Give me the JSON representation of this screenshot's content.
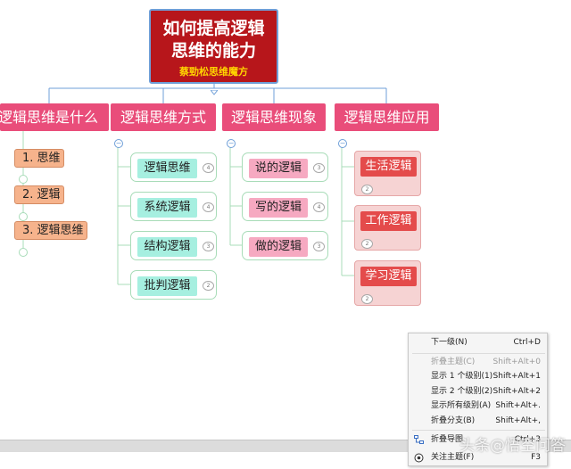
{
  "root": {
    "title_line1": "如何提高逻辑",
    "title_line2": "思维的能力",
    "subtitle": "蔡勁松思维魔方"
  },
  "main_topics": [
    {
      "label": "逻辑思维是什么"
    },
    {
      "label": "逻辑思维方式"
    },
    {
      "label": "逻辑思维现象"
    },
    {
      "label": "逻辑思维应用"
    }
  ],
  "what_items": [
    {
      "label": "1. 思维"
    },
    {
      "label": "2. 逻辑"
    },
    {
      "label": "3. 逻辑思维"
    }
  ],
  "method_items": [
    {
      "label": "逻辑思维",
      "badge": "4"
    },
    {
      "label": "系统逻辑",
      "badge": "4"
    },
    {
      "label": "结构逻辑",
      "badge": "3"
    },
    {
      "label": "批判逻辑",
      "badge": "2"
    }
  ],
  "phenomenon_items": [
    {
      "label": "说的逻辑",
      "badge": "3"
    },
    {
      "label": "写的逻辑",
      "badge": "4"
    },
    {
      "label": "做的逻辑",
      "badge": "3"
    }
  ],
  "application_items": [
    {
      "label": "生活逻辑",
      "badge": "2"
    },
    {
      "label": "工作逻辑",
      "badge": "2"
    },
    {
      "label": "学习逻辑",
      "badge": "2"
    }
  ],
  "context_menu": {
    "items": [
      {
        "label": "下一级(N)",
        "shortcut": "Ctrl+D",
        "enabled": true
      },
      {
        "label": "折叠主题(C)",
        "shortcut": "Shift+Alt+0",
        "enabled": false
      },
      {
        "label": "显示 1 个级别(1)",
        "shortcut": "Shift+Alt+1",
        "enabled": true
      },
      {
        "label": "显示 2 个级别(2)",
        "shortcut": "Shift+Alt+2",
        "enabled": true
      },
      {
        "label": "显示所有级别(A)",
        "shortcut": "Shift+Alt+.",
        "enabled": true
      },
      {
        "label": "折叠分支(B)",
        "shortcut": "Shift+Alt+,",
        "enabled": true
      },
      {
        "label": "折叠导图",
        "shortcut": "Ctrl+3",
        "enabled": true
      },
      {
        "label": "关注主题(F)",
        "shortcut": "F3",
        "enabled": true
      }
    ]
  },
  "watermark": "头条@悟空问答",
  "colors": {
    "root_bg": "#b7161b",
    "root_subtitle": "#ffd400",
    "main_topic_bg": "#e94d7a",
    "teal_topic_bg": "#a6efe0",
    "pink_topic_bg": "#f6a9c1",
    "peach_topic_bg": "#f6b38c",
    "red_topic_bg": "#e44b4b",
    "connector": "#6f9fd8",
    "branch_green": "#a8dcb8"
  }
}
